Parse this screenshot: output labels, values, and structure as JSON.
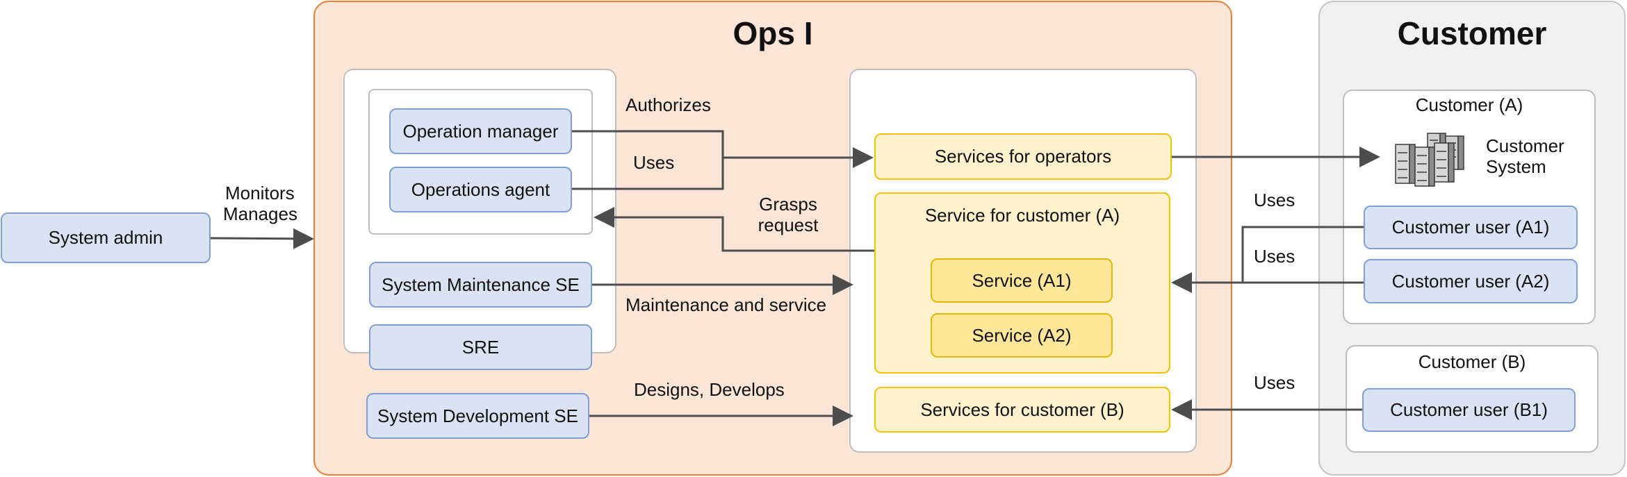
{
  "regions": {
    "ops_title": "Ops I",
    "customer_title": "Customer"
  },
  "actors": {
    "system_admin": "System admin",
    "operation_manager": "Operation manager",
    "operations_agent": "Operations agent",
    "system_maintenance_se": "System Maintenance SE",
    "sre": "SRE",
    "system_development_se": "System Development SE"
  },
  "services": {
    "for_operators": "Services for operators",
    "for_customer_a": "Service for customer (A)",
    "service_a1": "Service (A1)",
    "service_a2": "Service (A2)",
    "for_customer_b": "Services for customer (B)"
  },
  "customers": {
    "customer_a": "Customer (A)",
    "customer_system_line1": "Customer",
    "customer_system_line2": "System",
    "user_a1": "Customer user (A1)",
    "user_a2": "Customer user (A2)",
    "customer_b": "Customer (B)",
    "user_b1": "Customer user (B1)"
  },
  "edge_labels": {
    "monitors": "Monitors",
    "manages": "Manages",
    "authorizes": "Authorizes",
    "uses_ops": "Uses",
    "grasps": "Grasps",
    "request": "request",
    "maintenance": "Maintenance and service",
    "designs": "Designs, Develops",
    "uses_a1": "Uses",
    "uses_a2": "Uses",
    "uses_b1": "Uses"
  },
  "colors": {
    "ops_fill": "#fbe5d6",
    "ops_border": "#ed7d31",
    "customer_fill": "#f0f0f0",
    "actor_fill": "#dae3f3",
    "service_fill": "#fff2cc",
    "arrow": "#4d4d4d"
  }
}
